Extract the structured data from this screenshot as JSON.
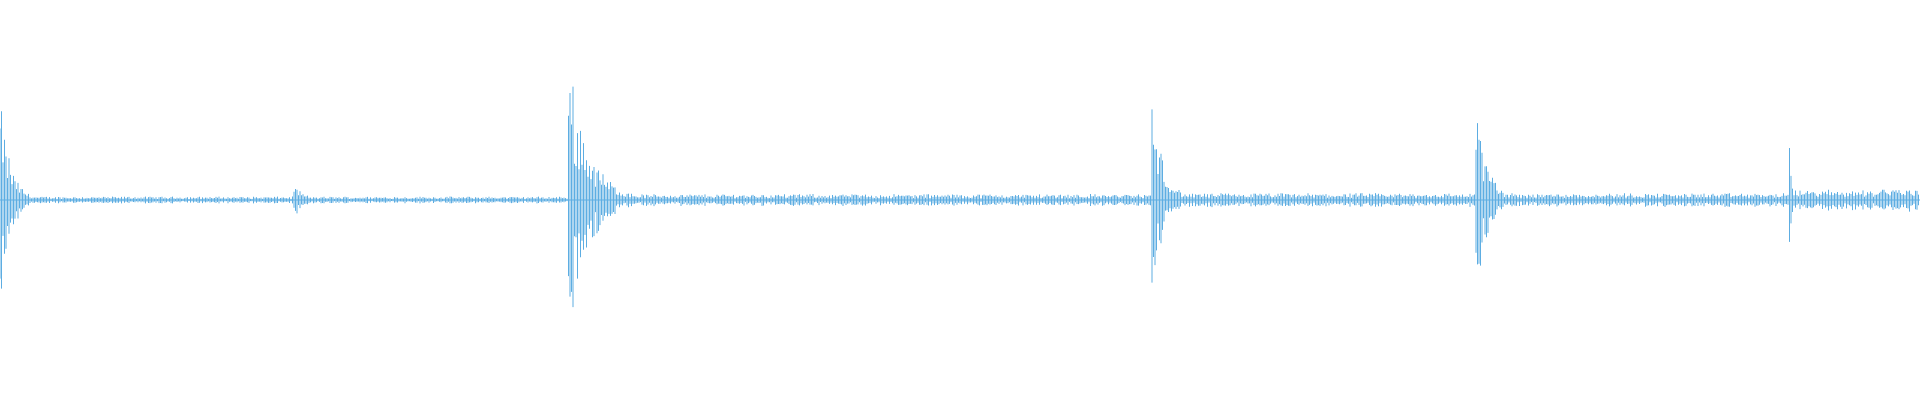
{
  "waveform": {
    "color": "#5dade2",
    "background": "#ffffff",
    "baseline_noise": 0.015,
    "segments": [
      {
        "start": 0.0,
        "end": 0.153,
        "peak": 0.62,
        "noise": 0.02
      },
      {
        "start": 0.153,
        "end": 0.296,
        "peak": 0.11,
        "noise": 0.02
      },
      {
        "start": 0.296,
        "end": 0.6,
        "peak": 0.87,
        "noise": 0.035
      },
      {
        "start": 0.6,
        "end": 0.768,
        "peak": 0.64,
        "noise": 0.04
      },
      {
        "start": 0.768,
        "end": 0.932,
        "peak": 0.73,
        "noise": 0.04
      },
      {
        "start": 0.932,
        "end": 0.98,
        "peak": 0.32,
        "noise": 0.06
      },
      {
        "start": 0.98,
        "end": 1.0,
        "peak": 0.28,
        "noise": 0.07
      }
    ]
  }
}
